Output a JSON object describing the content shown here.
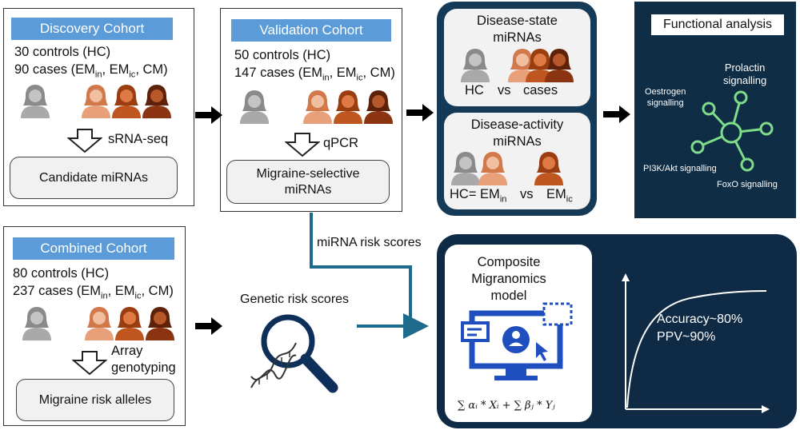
{
  "discovery": {
    "title": "Discovery Cohort",
    "controls": "30 controls (HC)",
    "cases_prefix": "90 cases (EM",
    "method": "sRNA-seq",
    "result": "Candidate miRNAs"
  },
  "validation": {
    "title": "Validation Cohort",
    "controls": "50 controls (HC)",
    "cases_prefix": "147 cases (EM",
    "method": "qPCR",
    "result_line1": "Migraine-selective",
    "result_line2": "miRNAs"
  },
  "combined": {
    "title": "Combined Cohort",
    "controls": "80 controls (HC)",
    "cases_prefix": "237 cases (EM",
    "method_line1": "Array",
    "method_line2": "genotyping",
    "result": "Migraine risk alleles"
  },
  "case_labels": {
    "em": "EM",
    "in": "in",
    "ic": "ic",
    "cm": "CM",
    "sep": ", ",
    "close": ")"
  },
  "disease_state": {
    "title_line1": "Disease-state",
    "title_line2": "miRNAs",
    "hc": "HC",
    "vs": "vs",
    "cases": "cases"
  },
  "disease_activity": {
    "title_line1": "Disease-activity",
    "title_line2": "miRNAs",
    "left": "HC= EM",
    "left_sub": "in",
    "vs": "vs",
    "right": "EM",
    "right_sub": "ic"
  },
  "functional": {
    "title": "Functional analysis",
    "nodes": [
      "Prolactin",
      "signalling",
      "Oestrogen",
      "signalling",
      "PI3K/Akt signalling",
      "FoxO signalling"
    ]
  },
  "mirna_risk_scores": "miRNA risk scores",
  "genetic_risk_scores": "Genetic risk scores",
  "model": {
    "title_line1": "Composite",
    "title_line2": "Migranomics",
    "title_line3": "model",
    "formula": "∑ αᵢ * Xᵢ + ∑ βⱼ * Yⱼ",
    "accuracy": "Accuracy~80%",
    "ppv": "PPV~90%"
  },
  "colors": {
    "header_blue": "#5a9bd8",
    "hc_gray": "#a9a9a9",
    "case_light": "#e8a07a",
    "case_mid": "#c0561f",
    "case_dark": "#8a3412",
    "teal_line": "#1e6a8a",
    "panel_dark": "#153a58",
    "panel_navy": "#0f2a44",
    "node_green": "#7fdc8a"
  }
}
